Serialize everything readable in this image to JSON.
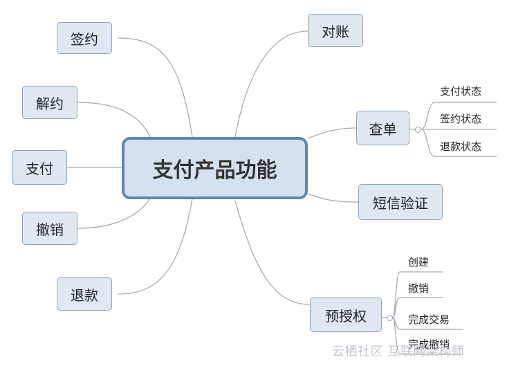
{
  "root": "支付产品功能",
  "left_nodes": [
    "签约",
    "解约",
    "支付",
    "撤销",
    "退款"
  ],
  "right_nodes": {
    "reconcile": "对账",
    "query": "查单",
    "sms": "短信验证",
    "preauth": "预授权"
  },
  "query_children": [
    "支付状态",
    "签约状态",
    "退款状态"
  ],
  "preauth_children": [
    "创建",
    "撤销",
    "完成交易",
    "完成撤销"
  ],
  "watermark": "云栖社区 互联网架构师",
  "colors": {
    "node_fill": "#dfe7f1",
    "node_border": "#8ba3bd",
    "root_border": "#5f86ad",
    "link": "#a9a9a9"
  }
}
